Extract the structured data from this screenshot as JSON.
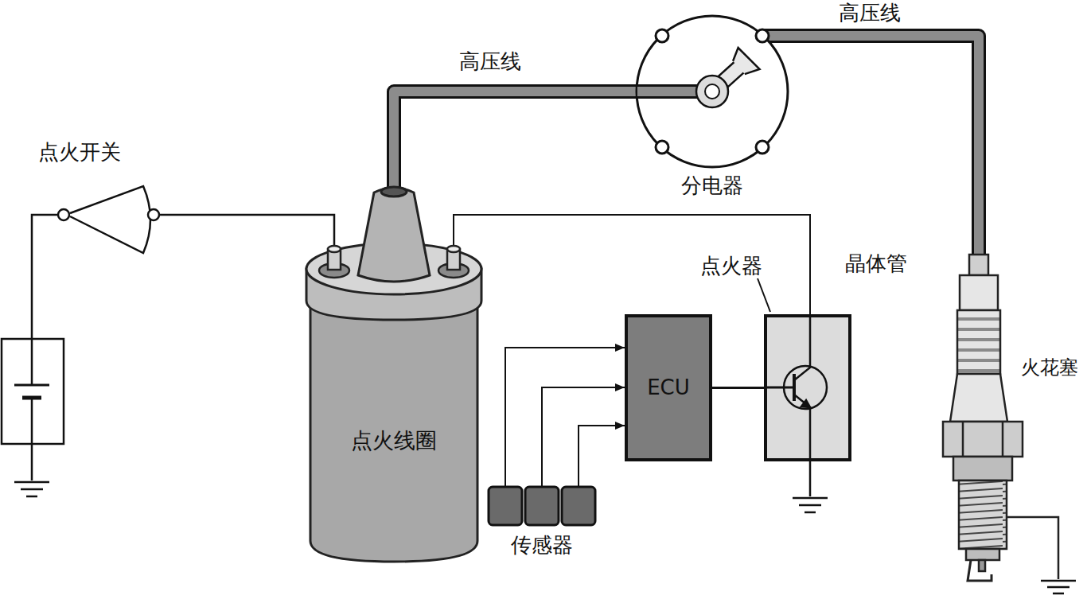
{
  "diagram": {
    "nodes": [
      {
        "text": [
          "点火线圈"
        ]
      },
      {
        "text": [
          "ECU"
        ]
      },
      {
        "text": [
          "点火器"
        ]
      },
      {
        "text": [
          "分电器"
        ]
      },
      {
        "text": [
          "火花塞"
        ]
      },
      {
        "text": [
          "传感器"
        ]
      }
    ],
    "edges": [
      {
        "from": 0,
        "to": 3,
        "arrow": "none",
        "label": "高压线"
      },
      {
        "from": 3,
        "to": 4,
        "arrow": "none",
        "label": "高压线"
      },
      {
        "from": 1,
        "to": 2,
        "arrow": "none"
      },
      {
        "from": 0,
        "to": 2,
        "arrow": "none"
      },
      {
        "from": 5,
        "to": 1,
        "arrow": "to"
      },
      {
        "from": 5,
        "to": 1,
        "arrow": "to"
      },
      {
        "from": 5,
        "to": 1,
        "arrow": "to"
      }
    ],
    "labels": [
      "点火开关",
      "晶体管"
    ]
  }
}
